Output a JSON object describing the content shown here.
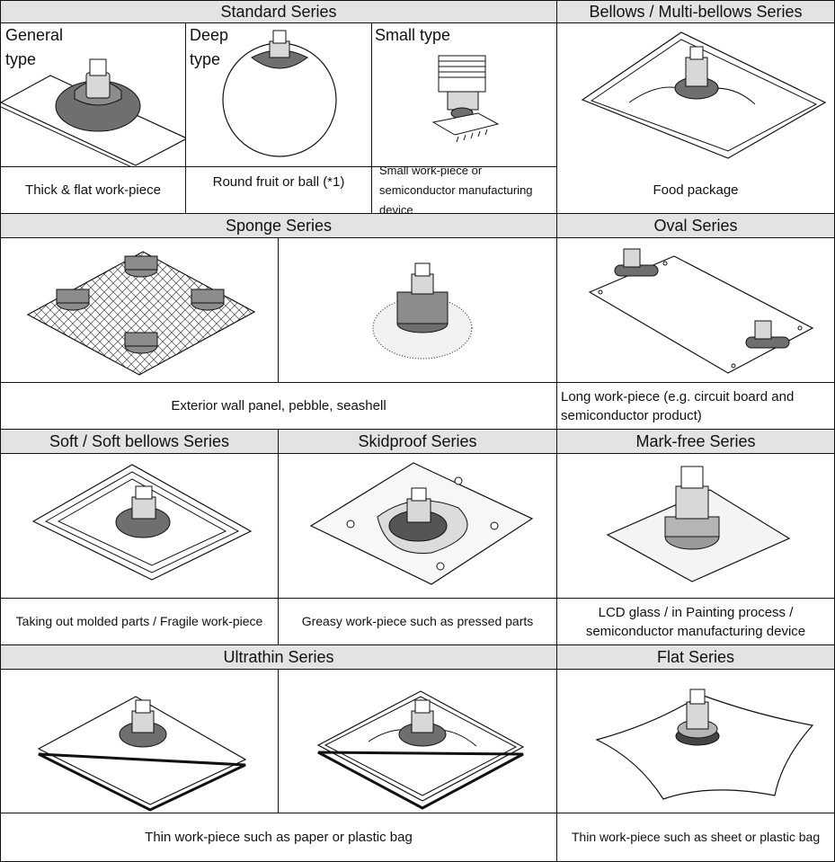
{
  "headers": {
    "standard": "Standard Series",
    "bellows": "Bellows / Multi-bellows Series",
    "sponge": "Sponge Series",
    "oval": "Oval Series",
    "soft": "Soft / Soft bellows Series",
    "skidproof": "Skidproof Series",
    "markfree": "Mark-free Series",
    "ultrathin": "Ultrathin Series",
    "flat": "Flat Series"
  },
  "picture_labels": {
    "general": "General\ntype",
    "deep": "Deep\ntype",
    "small": "Small type"
  },
  "descriptions": {
    "general": "Thick & flat work-piece",
    "deep": "Round fruit or ball (*1)",
    "small": "Small work-piece or semiconductor manufacturing device",
    "bellows": "Food package",
    "sponge": "Exterior wall panel, pebble, seashell",
    "oval": "Long work-piece (e.g. circuit board and semiconductor product)",
    "soft": "Taking out molded parts / Fragile work-piece",
    "skidproof": "Greasy work-piece such as pressed parts",
    "markfree": "LCD glass / in Painting process / semiconductor manufacturing device",
    "ultrathin": "Thin work-piece such as paper or plastic bag",
    "flat": "Thin work-piece such as sheet or plastic bag"
  },
  "colors": {
    "header_bg": "#e3e3e3",
    "cup_dark": "#6f6f6f",
    "cup_mid": "#8c8c8c",
    "fitting": "#b5b5b5",
    "line": "#111111"
  }
}
